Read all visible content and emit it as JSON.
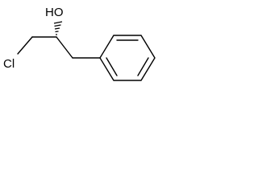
{
  "molecule": {
    "atom_labels": {
      "hydroxyl": "HO",
      "chlorine": "Cl"
    },
    "stereo_bond": "hashed-wedge",
    "ring": "benzene"
  }
}
